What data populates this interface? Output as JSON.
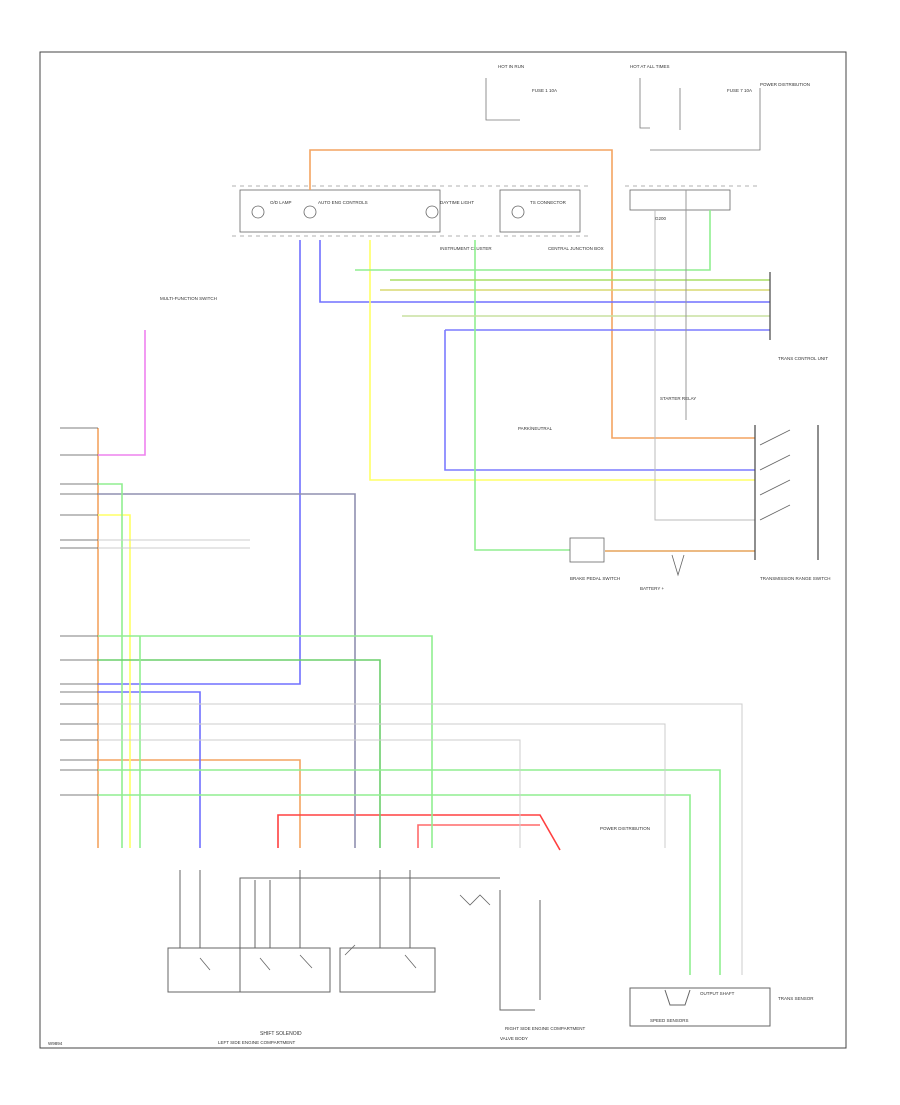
{
  "diagram": {
    "page_code": "W9894",
    "component_labels": {
      "hot_in_run_top": "HOT IN RUN",
      "hot_at_all_times_top": "HOT AT ALL TIMES",
      "fuse_left": "FUSE 1 10A",
      "fuse_right": "FUSE 7 10A",
      "auto_eng_controls": "AUTO ENG CONTROLS",
      "instrument_cluster": "INSTRUMENT CLUSTER",
      "od_lamp": "O/D LAMP",
      "daytime_light": "DAYTIME LIGHT",
      "ts_connector": "TS CONNECTOR",
      "central_junction_box": "CENTRAL JUNCTION BOX",
      "ground_ref": "G200",
      "trans_control": "TRANS CONTROL UNIT",
      "brake_pedal_switch": "BRAKE PEDAL SWITCH",
      "park_neutral": "PARK/NEUTRAL",
      "battery_ref": "BATTERY +",
      "starter_relay": "STARTER RELAY",
      "transmission_range_switch": "TRANSMISSION RANGE SWITCH",
      "power_distribution": "POWER DISTRIBUTION",
      "multi_function_switch": "MULTI-FUNCTION SWITCH",
      "shift_solenoid": "SHIFT SOLENOID",
      "speed_sensors": "SPEED SENSORS",
      "trans_sensor": "TRANS SENSOR",
      "output_shaft": "OUTPUT SHAFT",
      "valve_body": "VALVE BODY",
      "right_side_engine": "RIGHT SIDE ENGINE COMPARTMENT",
      "left_side_engine": "LEFT SIDE ENGINE COMPARTMENT"
    }
  }
}
